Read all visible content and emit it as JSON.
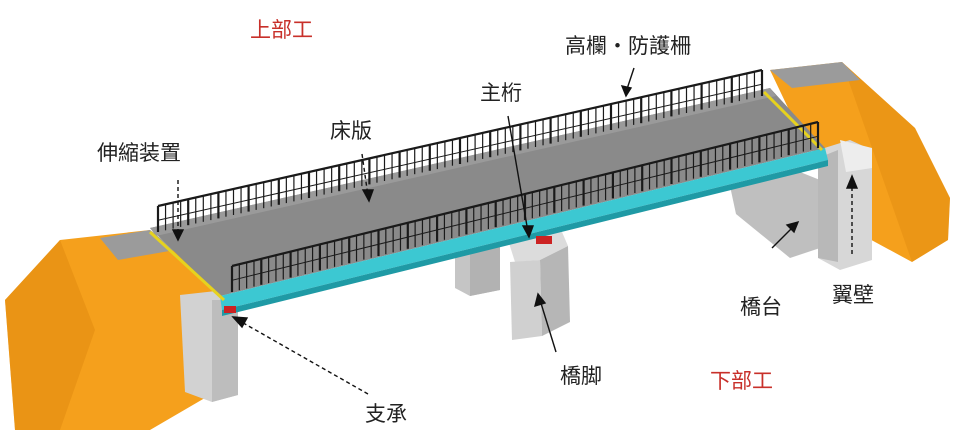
{
  "section_labels": {
    "superstructure": "上部工",
    "substructure": "下部工"
  },
  "part_labels": {
    "railing": "高欄・防護柵",
    "main_girder": "主桁",
    "deck_slab": "床版",
    "expansion_joint": "伸縮装置",
    "abutment": "橋台",
    "wing_wall": "翼壁",
    "pier": "橋脚",
    "bearing": "支承"
  },
  "colors": {
    "section_label": "#c8302a",
    "embankment": "#f5a01c",
    "deck": "#8a8a8a",
    "girder": "#3cc8d2",
    "concrete": "#c9c9c9",
    "railing": "#1a1a1a",
    "bearing": "#cc2222"
  }
}
